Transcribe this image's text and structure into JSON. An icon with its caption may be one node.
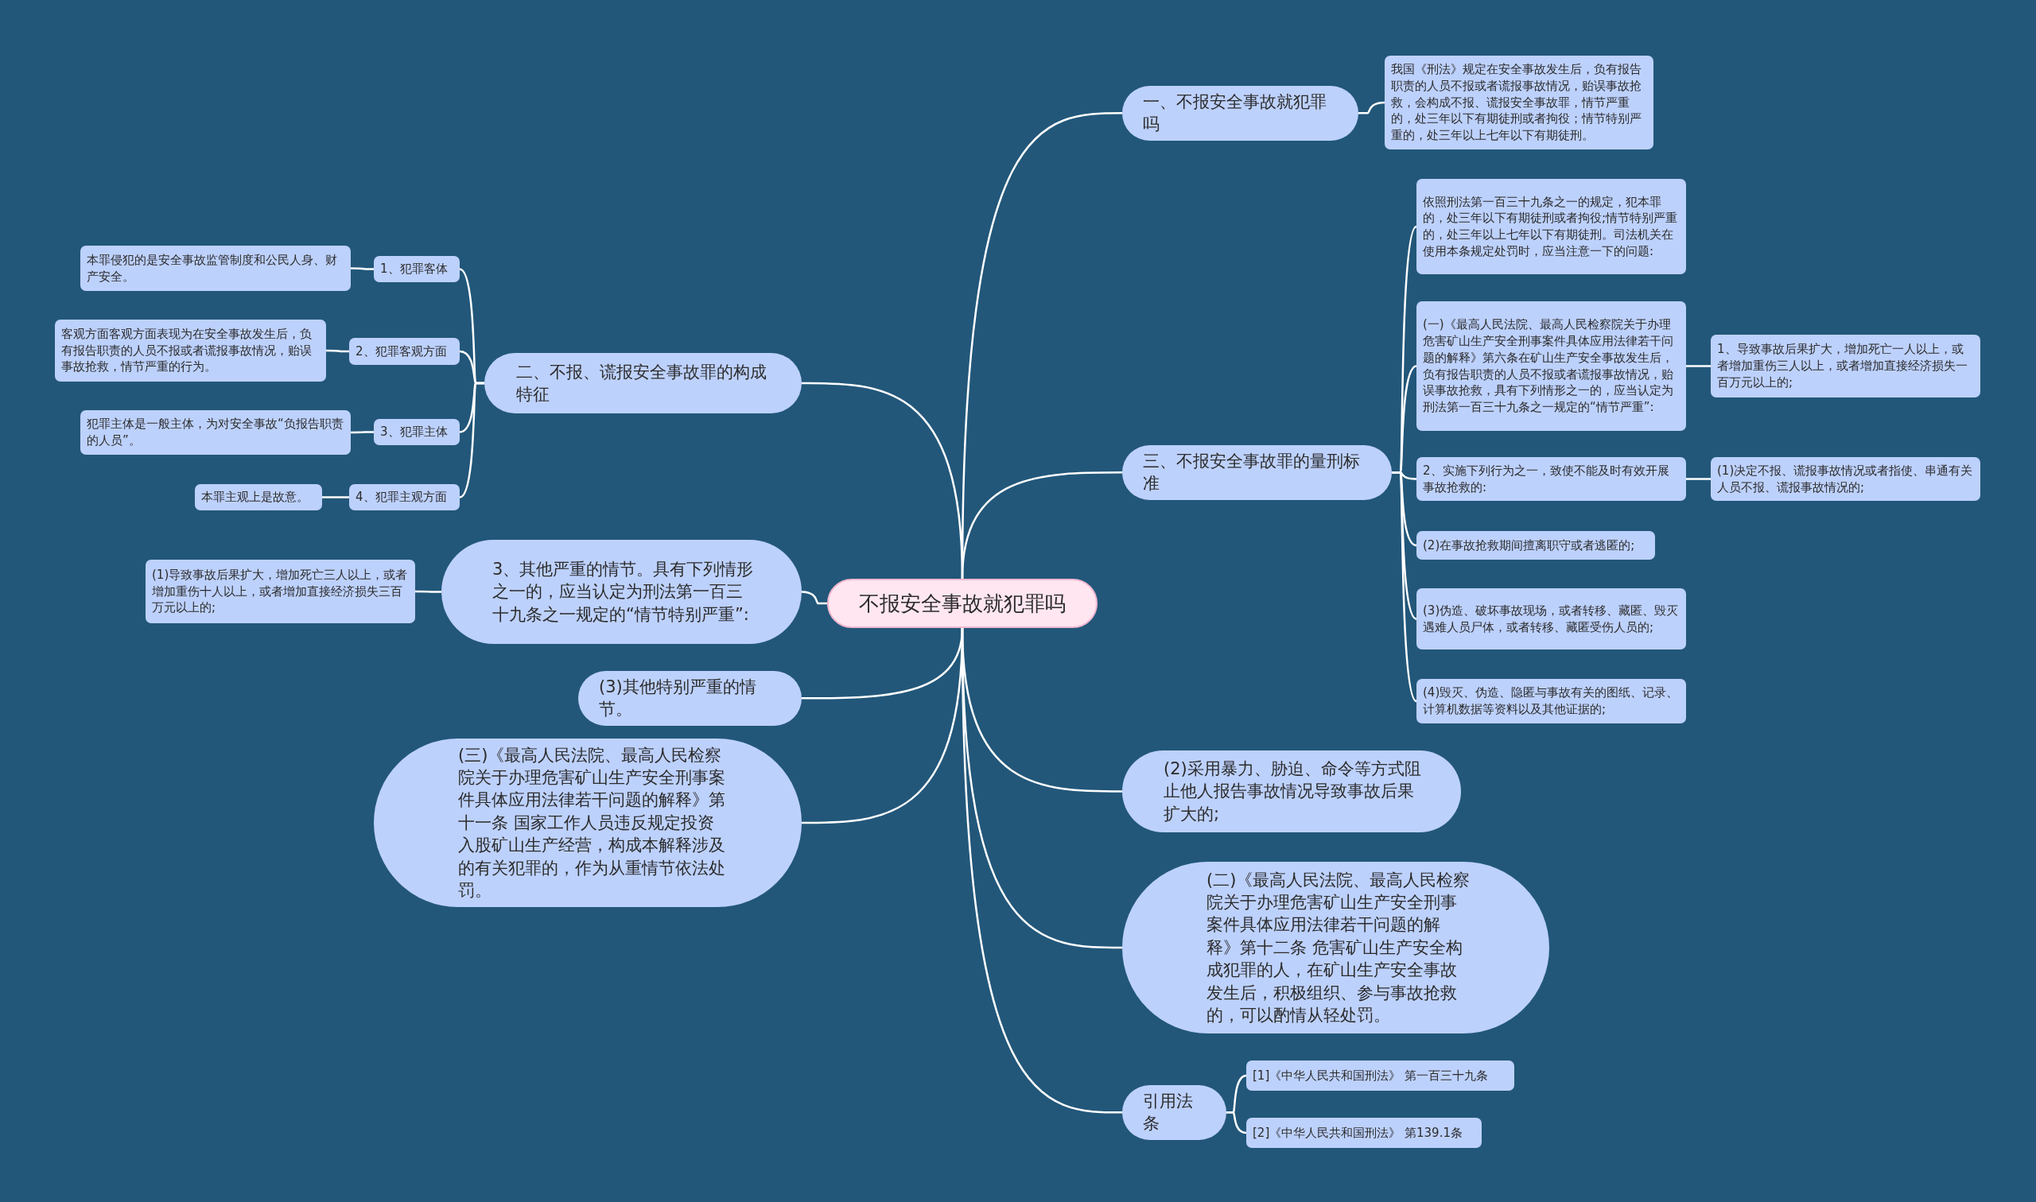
{
  "diagram": {
    "nodes": [
      {
        "text": [
          "不报安全事故就犯罪吗"
        ]
      },
      {
        "text": [
          "一、不报安全事故就犯罪吗"
        ]
      },
      {
        "text": [
          "我国《刑法》规定在安全事故发生后，负有报告职责的人员不报或者谎报事故情况，贻误事故抢救，会构成不报、谎报安全事故罪，情节严重的，处三年以下有期徒刑或者拘役；情节特别严重的，处三年以上七年以下有期徒刑。"
        ]
      },
      {
        "text": [
          "二、不报、谎报安全事故罪的构成特征"
        ]
      },
      {
        "text": [
          "1、犯罪客体"
        ]
      },
      {
        "text": [
          "本罪侵犯的是安全事故监管制度和公民人身、财产安全。"
        ]
      },
      {
        "text": [
          "2、犯罪客观方面"
        ]
      },
      {
        "text": [
          "客观方面客观方面表现为在安全事故发生后，负有报告职责的人员不报或者谎报事故情况，贻误事故抢救，情节严重的行为。"
        ]
      },
      {
        "text": [
          "3、犯罪主体"
        ]
      },
      {
        "text": [
          "犯罪主体是一般主体，为对安全事故“负报告职责的人员”。"
        ]
      },
      {
        "text": [
          "4、犯罪主观方面"
        ]
      },
      {
        "text": [
          "本罪主观上是故意。"
        ]
      },
      {
        "text": [
          "三、不报安全事故罪的量刑标准"
        ]
      },
      {
        "text": [
          "依照刑法第一百三十九条之一的规定，犯本罪的，处三年以下有期徒刑或者拘役;情节特别严重的，处三年以上七年以下有期徒刑。司法机关在使用本条规定处罚时，应当注意一下的问题:"
        ]
      },
      {
        "text": [
          "(一)《最高人民法院、最高人民检察院关于办理危害矿山生产安全刑事案件具体应用法律若干问题的解释》第六条在矿山生产安全事故发生后，负有报告职责的人员不报或者谎报事故情况，贻误事故抢救，具有下列情形之一的，应当认定为刑法第一百三十九条之一规定的“情节严重”:"
        ]
      },
      {
        "text": [
          "1、导致事故后果扩大，增加死亡一人以上，或者增加重伤三人以上，或者增加直接经济损失一百万元以上的;"
        ]
      },
      {
        "text": [
          "2、实施下列行为之一，致使不能及时有效开展事故抢救的:"
        ]
      },
      {
        "text": [
          "(1)决定不报、谎报事故情况或者指使、串通有关人员不报、谎报事故情况的;"
        ]
      },
      {
        "text": [
          "(2)在事故抢救期间擅离职守或者逃匿的;"
        ]
      },
      {
        "text": [
          "(3)伪造、破坏事故现场，或者转移、藏匿、毁灭遇难人员尸体，或者转移、藏匿受伤人员的;"
        ]
      },
      {
        "text": [
          "(4)毁灭、伪造、隐匿与事故有关的图纸、记录、计算机数据等资料以及其他证据的;"
        ]
      },
      {
        "text": [
          "3、其他严重的情节。具有下列情形之一的，应当认定为刑法第一百三十九条之一规定的“情节特别严重”:"
        ]
      },
      {
        "text": [
          "(1)导致事故后果扩大，增加死亡三人以上，或者增加重伤十人以上，或者增加直接经济损失三百万元以上的;"
        ]
      },
      {
        "text": [
          "(3)其他特别严重的情节。"
        ]
      },
      {
        "text": [
          "(三)《最高人民法院、最高人民检察院关于办理危害矿山生产安全刑事案件具体应用法律若干问题的解释》第十一条 国家工作人员违反规定投资入股矿山生产经营，构成本解释涉及的有关犯罪的，作为从重情节依法处罚。"
        ]
      },
      {
        "text": [
          "(2)采用暴力、胁迫、命令等方式阻止他人报告事故情况导致事故后果扩大的;"
        ]
      },
      {
        "text": [
          "(二)《最高人民法院、最高人民检察院关于办理危害矿山生产安全刑事案件具体应用法律若干问题的解释》第十二条 危害矿山生产安全构成犯罪的人，在矿山生产安全事故发生后，积极组织、参与事故抢救的，可以酌情从轻处罚。"
        ]
      },
      {
        "text": [
          "引用法条"
        ]
      },
      {
        "text": [
          "[1]《中华人民共和国刑法》 第一百三十九条"
        ]
      },
      {
        "text": [
          "[2]《中华人民共和国刑法》 第139.1条"
        ]
      }
    ],
    "edges": [
      {
        "from": 0,
        "to": 1,
        "arrow": "none"
      },
      {
        "from": 1,
        "to": 2,
        "arrow": "none"
      },
      {
        "from": 0,
        "to": 3,
        "arrow": "none"
      },
      {
        "from": 3,
        "to": 4,
        "arrow": "none"
      },
      {
        "from": 4,
        "to": 5,
        "arrow": "none"
      },
      {
        "from": 3,
        "to": 6,
        "arrow": "none"
      },
      {
        "from": 6,
        "to": 7,
        "arrow": "none"
      },
      {
        "from": 3,
        "to": 8,
        "arrow": "none"
      },
      {
        "from": 8,
        "to": 9,
        "arrow": "none"
      },
      {
        "from": 3,
        "to": 10,
        "arrow": "none"
      },
      {
        "from": 10,
        "to": 11,
        "arrow": "none"
      },
      {
        "from": 0,
        "to": 12,
        "arrow": "none"
      },
      {
        "from": 12,
        "to": 13,
        "arrow": "none"
      },
      {
        "from": 12,
        "to": 14,
        "arrow": "none"
      },
      {
        "from": 14,
        "to": 15,
        "arrow": "none"
      },
      {
        "from": 12,
        "to": 16,
        "arrow": "none"
      },
      {
        "from": 16,
        "to": 17,
        "arrow": "none"
      },
      {
        "from": 12,
        "to": 18,
        "arrow": "none"
      },
      {
        "from": 12,
        "to": 19,
        "arrow": "none"
      },
      {
        "from": 12,
        "to": 20,
        "arrow": "none"
      },
      {
        "from": 0,
        "to": 21,
        "arrow": "none"
      },
      {
        "from": 21,
        "to": 22,
        "arrow": "none"
      },
      {
        "from": 0,
        "to": 23,
        "arrow": "none"
      },
      {
        "from": 0,
        "to": 24,
        "arrow": "none"
      },
      {
        "from": 0,
        "to": 25,
        "arrow": "none"
      },
      {
        "from": 0,
        "to": 26,
        "arrow": "none"
      },
      {
        "from": 0,
        "to": 27,
        "arrow": "none"
      },
      {
        "from": 27,
        "to": 28,
        "arrow": "none"
      },
      {
        "from": 27,
        "to": 29,
        "arrow": "none"
      }
    ]
  }
}
